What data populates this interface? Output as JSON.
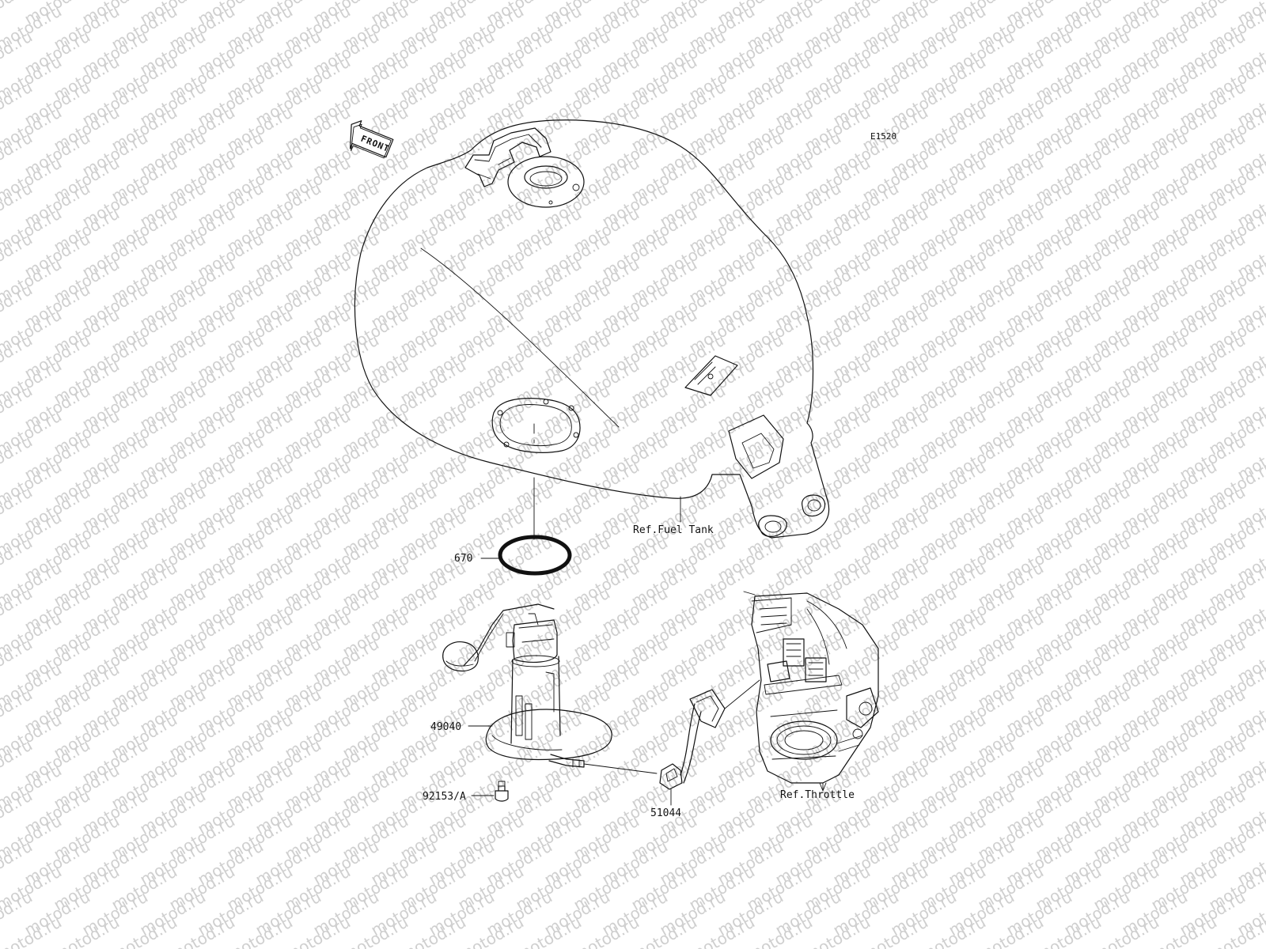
{
  "diagram_code": "E1520",
  "front_label": "FRONT",
  "watermark": "motod.ru",
  "refs": {
    "fuel_tank": "Ref.Fuel Tank",
    "throttle": "Ref.Throttle"
  },
  "parts": {
    "gasket": "670",
    "fuel_pump": "49040",
    "bolt": "92153/A",
    "hose": "51044"
  }
}
